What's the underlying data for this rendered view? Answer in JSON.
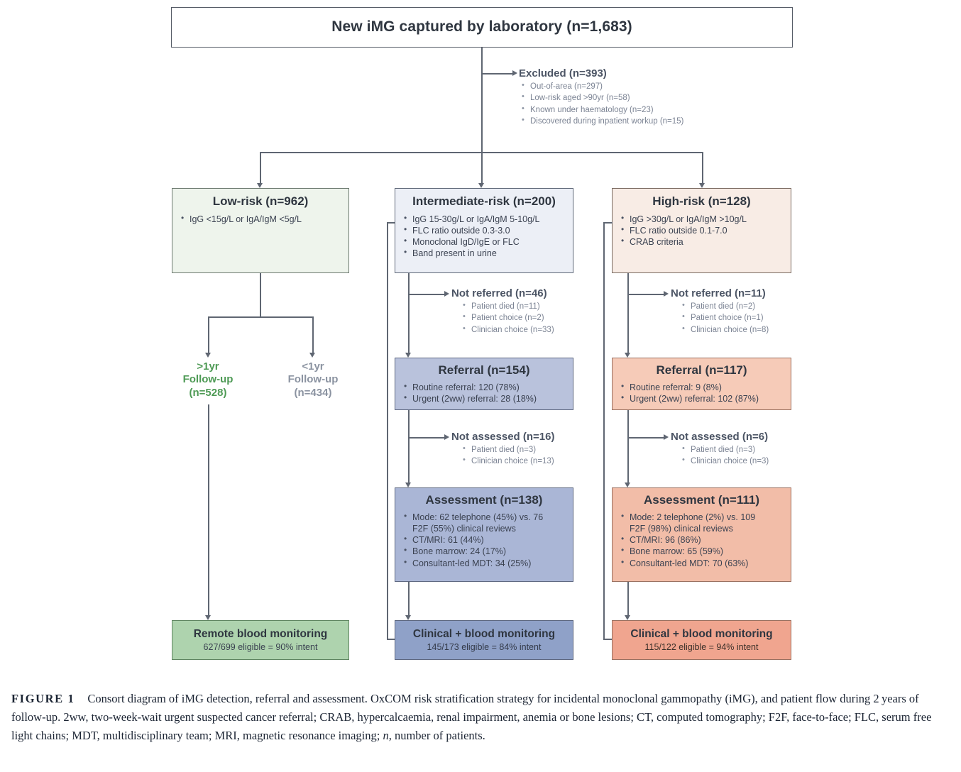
{
  "figure": {
    "root": {
      "title": "New iMG captured by laboratory (n=1,683)"
    },
    "excluded": {
      "title": "Excluded (n=393)",
      "items": [
        "Out-of-area (n=297)",
        "Low-risk aged >90yr (n=58)",
        "Known under haematology (n=23)",
        "Discovered during inpatient workup (n=15)"
      ]
    },
    "low_risk": {
      "title": "Low-risk (n=962)",
      "items": [
        "IgG <15g/L or IgA/IgM <5g/L"
      ]
    },
    "intermediate_risk": {
      "title": "Intermediate-risk (n=200)",
      "items": [
        "IgG 15-30g/L or IgA/IgM 5-10g/L",
        "FLC ratio outside 0.3-3.0",
        "Monoclonal IgD/IgE or FLC",
        "Band present in urine"
      ]
    },
    "high_risk": {
      "title": "High-risk (n=128)",
      "items": [
        "IgG >30g/L or IgA/IgM >10g/L",
        "FLC ratio outside 0.1-7.0",
        "CRAB criteria"
      ]
    },
    "followup_long": {
      "line1": ">1yr",
      "line2": "Follow-up",
      "line3": "(n=528)"
    },
    "followup_short": {
      "line1": "<1yr",
      "line2": "Follow-up",
      "line3": "(n=434)"
    },
    "inter_not_referred": {
      "title": "Not referred (n=46)",
      "items": [
        "Patient died (n=11)",
        "Patient choice (n=2)",
        "Clinician choice (n=33)"
      ]
    },
    "high_not_referred": {
      "title": "Not referred (n=11)",
      "items": [
        "Patient died (n=2)",
        "Patient choice (n=1)",
        "Clinician choice (n=8)"
      ]
    },
    "inter_referral": {
      "title": "Referral (n=154)",
      "items": [
        "Routine referral: 120 (78%)",
        "Urgent (2ww) referral: 28 (18%)"
      ]
    },
    "high_referral": {
      "title": "Referral (n=117)",
      "items": [
        "Routine referral: 9 (8%)",
        "Urgent (2ww) referral: 102 (87%)"
      ]
    },
    "inter_not_assessed": {
      "title": "Not assessed (n=16)",
      "items": [
        "Patient died (n=3)",
        "Clinician choice (n=13)"
      ]
    },
    "high_not_assessed": {
      "title": "Not assessed (n=6)",
      "items": [
        "Patient died (n=3)",
        "Clinician choice (n=3)"
      ]
    },
    "inter_assessment": {
      "title": "Assessment (n=138)",
      "items": [
        "Mode: 62 telephone (45%) vs. 76",
        "F2F (55%) clinical reviews",
        "CT/MRI: 61 (44%)",
        "Bone marrow: 24 (17%)",
        "Consultant-led MDT: 34 (25%)"
      ]
    },
    "high_assessment": {
      "title": "Assessment (n=111)",
      "items": [
        "Mode: 2 telephone (2%) vs. 109",
        "F2F (98%) clinical reviews",
        "CT/MRI: 96 (86%)",
        "Bone marrow: 65 (59%)",
        "Consultant-led MDT: 70 (63%)"
      ]
    },
    "low_outcome": {
      "title": "Remote blood monitoring",
      "subtitle": "627/699 eligible = 90% intent"
    },
    "inter_outcome": {
      "title": "Clinical + blood monitoring",
      "subtitle": "145/173 eligible = 84% intent"
    },
    "high_outcome": {
      "title": "Clinical + blood monitoring",
      "subtitle": "115/122 eligible = 94% intent"
    },
    "caption": {
      "label": "FIGURE 1",
      "text_1": "Consort diagram of iMG detection, referral and assessment. OxCOM risk stratification strategy for incidental monoclonal gammopathy (iMG), and patient flow during 2 years of follow-up. 2ww, two-week-wait urgent suspected cancer referral; CRAB, hypercalcaemia, renal impairment, anemia or bone lesions; CT, computed tomography; F2F, face-to-face; FLC, serum free light chains; MDT, multidisciplinary team; MRI, magnetic resonance imaging; ",
      "ital_n": "n",
      "text_2": ", number of patients."
    },
    "colors": {
      "low_risk_fill": "#eef4ec",
      "intermediate_fill": "#eceff6",
      "high_risk_fill": "#f8ece5",
      "intermediate_referral_fill": "#b9c2dc",
      "intermediate_outcome_fill": "#8fa1c8",
      "high_referral_fill": "#f6cbb8",
      "high_outcome_fill": "#f0a58f",
      "low_outcome_fill": "#aed3ae",
      "followup_green": "#4e9a55",
      "followup_grey": "#8b93a1",
      "connector": "#5f6672"
    }
  }
}
